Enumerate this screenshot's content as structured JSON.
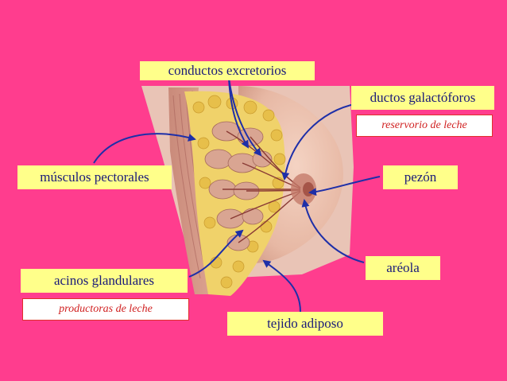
{
  "labels": {
    "conductos_excretorios": "conductos excretorios",
    "ductos_galactoforos": "ductos galactóforos",
    "reservorio": "reservorio de leche",
    "musculos_pectorales": "músculos pectorales",
    "pezon": "pezón",
    "areola": "aréola",
    "acinos_glandulares": "acinos  glandulares",
    "productoras": "productoras de leche",
    "tejido_adiposo": "tejido adiposo"
  },
  "colors": {
    "background": "#ff3d8e",
    "label_fill": "#ffff8a",
    "label_text": "#1a1a7a",
    "note_border": "#e0302a",
    "note_text": "#d02020",
    "arrow": "#1e2fa8"
  }
}
